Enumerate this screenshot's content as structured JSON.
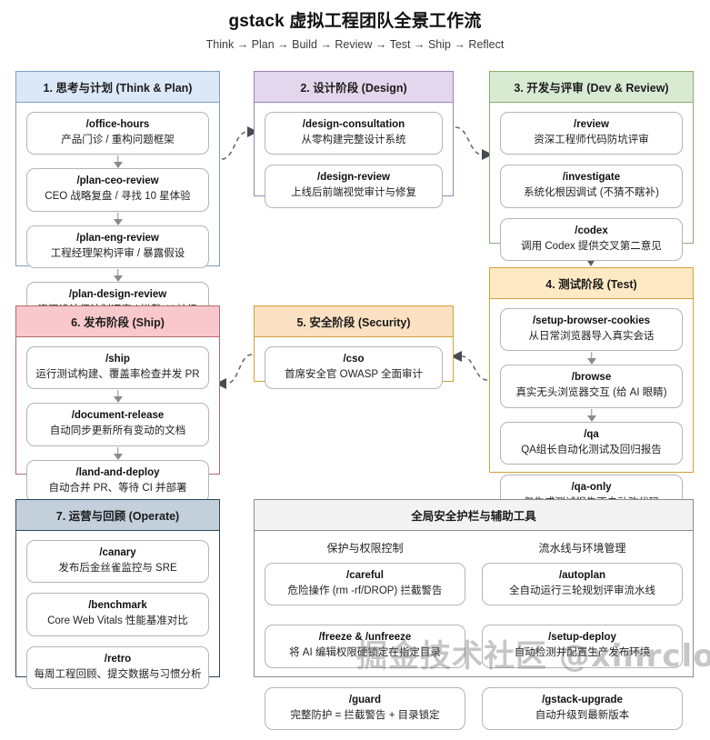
{
  "header": {
    "title": "gstack 虚拟工程团队全景工作流",
    "subtitle": "Think → Plan → Build → Review → Test → Ship → Reflect"
  },
  "sections": [
    {
      "id": "sec1",
      "title": "1. 思考与计划 (Think & Plan)",
      "accent": "#dbe8f7",
      "cards": [
        {
          "cmd": "/office-hours",
          "desc": "产品门诊 / 重构问题框架"
        },
        {
          "cmd": "/plan-ceo-review",
          "desc": "CEO 战略复盘 / 寻找 10 星体验"
        },
        {
          "cmd": "/plan-eng-review",
          "desc": "工程经理架构评审 / 暴露假设"
        },
        {
          "cmd": "/plan-design-review",
          "desc": "资深设计师计划评审 / 拦截 AI 垃圾"
        }
      ]
    },
    {
      "id": "sec2",
      "title": "2. 设计阶段 (Design)",
      "accent": "#e2d7ec",
      "cards": [
        {
          "cmd": "/design-consultation",
          "desc": "从零构建完整设计系统"
        },
        {
          "cmd": "/design-review",
          "desc": "上线后前端视觉审计与修复"
        }
      ]
    },
    {
      "id": "sec3",
      "title": "3. 开发与评审 (Dev & Review)",
      "accent": "#d9ead3",
      "cards": [
        {
          "cmd": "/review",
          "desc": "资深工程师代码防坑评审"
        },
        {
          "cmd": "/investigate",
          "desc": "系统化根因调试 (不猜不瞎补)"
        },
        {
          "cmd": "/codex",
          "desc": "调用 Codex 提供交叉第二意见"
        }
      ]
    },
    {
      "id": "sec4",
      "title": "4. 测试阶段 (Test)",
      "accent": "#fde9c4",
      "cards": [
        {
          "cmd": "/setup-browser-cookies",
          "desc": "从日常浏览器导入真实会话"
        },
        {
          "cmd": "/browse",
          "desc": "真实无头浏览器交互 (给 AI 眼睛)"
        },
        {
          "cmd": "/qa",
          "desc": "QA组长自动化测试及回归报告"
        },
        {
          "cmd": "/qa-only",
          "desc": "仅生成测试报告不自动改代码"
        }
      ]
    },
    {
      "id": "sec5",
      "title": "5. 安全阶段 (Security)",
      "accent": "#fbe0c2",
      "cards": [
        {
          "cmd": "/cso",
          "desc": "首席安全官 OWASP 全面审计"
        }
      ]
    },
    {
      "id": "sec6",
      "title": "6. 发布阶段 (Ship)",
      "accent": "#f9c8cc",
      "cards": [
        {
          "cmd": "/ship",
          "desc": "运行测试构建、覆盖率检查并发 PR"
        },
        {
          "cmd": "/document-release",
          "desc": "自动同步更新所有变动的文档"
        },
        {
          "cmd": "/land-and-deploy",
          "desc": "自动合并 PR、等待 CI 并部署"
        }
      ]
    },
    {
      "id": "sec7",
      "title": "7. 运营与回顾 (Operate)",
      "accent": "#c3cfdb",
      "cards": [
        {
          "cmd": "/canary",
          "desc": "发布后金丝雀监控与 SRE"
        },
        {
          "cmd": "/benchmark",
          "desc": "Core Web Vitals 性能基准对比"
        },
        {
          "cmd": "/retro",
          "desc": "每周工程回顾、提交数据与习惯分析"
        }
      ]
    }
  ],
  "guardrails": {
    "id": "sec8",
    "title": "全局安全护栏与辅助工具",
    "accent": "#f3f3f3",
    "columns": [
      {
        "title": "保护与权限控制",
        "cards": [
          {
            "cmd": "/careful",
            "desc": "危险操作 (rm -rf/DROP) 拦截警告"
          },
          {
            "cmd": "/freeze & /unfreeze",
            "desc": "将 AI 编辑权限硬锁定在指定目录"
          },
          {
            "cmd": "/guard",
            "desc": "完整防护 = 拦截警告 + 目录锁定"
          }
        ]
      },
      {
        "title": "流水线与环境管理",
        "cards": [
          {
            "cmd": "/autoplan",
            "desc": "全自动运行三轮规划评审流水线"
          },
          {
            "cmd": "/setup-deploy",
            "desc": "自动检测并配置生产发布环境"
          },
          {
            "cmd": "/gstack-upgrade",
            "desc": "自动升级到最新版本"
          }
        ]
      }
    ]
  },
  "watermark": "掘金技术社区 @xinrcloo"
}
